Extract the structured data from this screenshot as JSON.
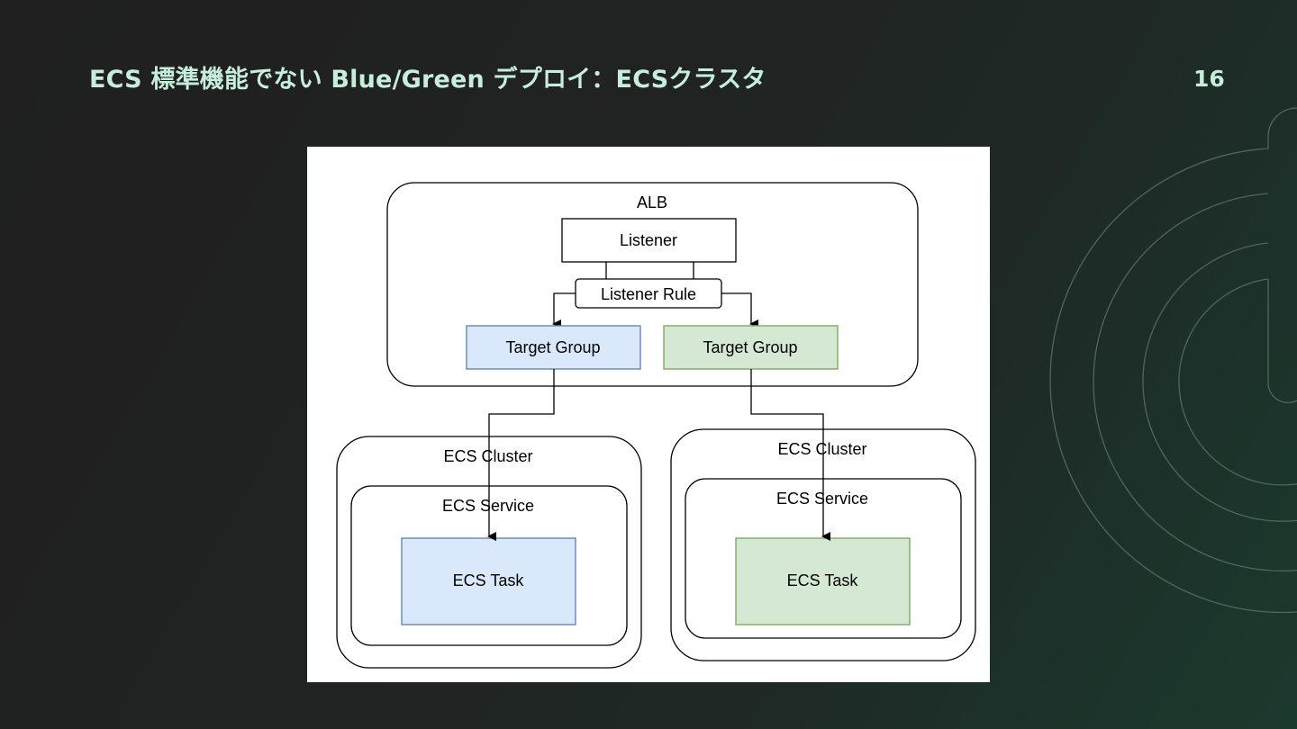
{
  "slide": {
    "title": "ECS 標準機能でない Blue/Green デプロイ：ECSクラスタ",
    "page_number": "16"
  },
  "diagram": {
    "alb_label": "ALB",
    "listener_label": "Listener",
    "listener_rule_label": "Listener Rule",
    "target_group_blue_label": "Target Group",
    "target_group_green_label": "Target Group",
    "cluster_blue_label": "ECS Cluster",
    "service_blue_label": "ECS Service",
    "task_blue_label": "ECS Task",
    "cluster_green_label": "ECS Cluster",
    "service_green_label": "ECS Service",
    "task_green_label": "ECS Task"
  },
  "colors": {
    "title_text": "#c6eedb",
    "blue_fill": "#dae8fc",
    "blue_stroke": "#6c8ebf",
    "green_fill": "#d5e8d4",
    "green_stroke": "#82b366",
    "deco_ring": "#5f7a6f"
  },
  "icons": {
    "decoration": "concentric-ring-logo"
  }
}
